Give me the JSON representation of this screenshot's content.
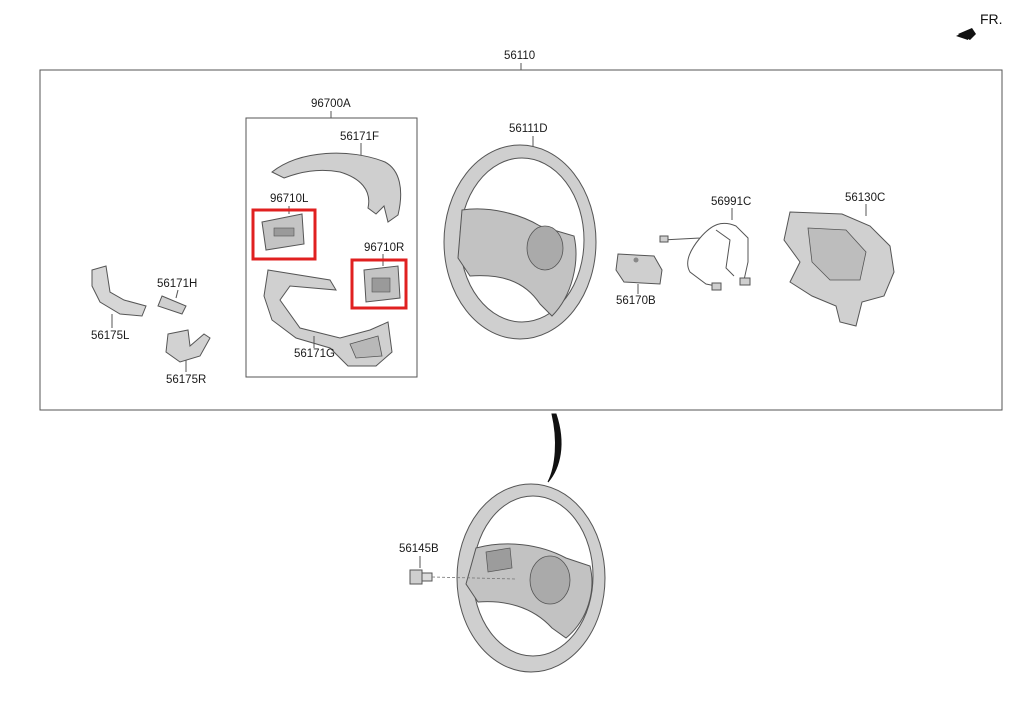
{
  "direction_marker": {
    "text": "FR.",
    "icon": "front-arrow-icon"
  },
  "assembly_box": {
    "label": "56110"
  },
  "sub_assembly_box": {
    "label": "96700A"
  },
  "parts": {
    "p56171F": "56171F",
    "p96710L": "96710L",
    "p96710R": "96710R",
    "p56171G": "56171G",
    "p56171H": "56171H",
    "p56175L": "56175L",
    "p56175R": "56175R",
    "p56111D": "56111D",
    "p56991C": "56991C",
    "p56170B": "56170B",
    "p56130C": "56130C",
    "p56145B": "56145B"
  },
  "colors": {
    "highlight": "#e02020",
    "part_fill": "#c8c8c8",
    "part_stroke": "#555555",
    "frame": "#555555"
  }
}
